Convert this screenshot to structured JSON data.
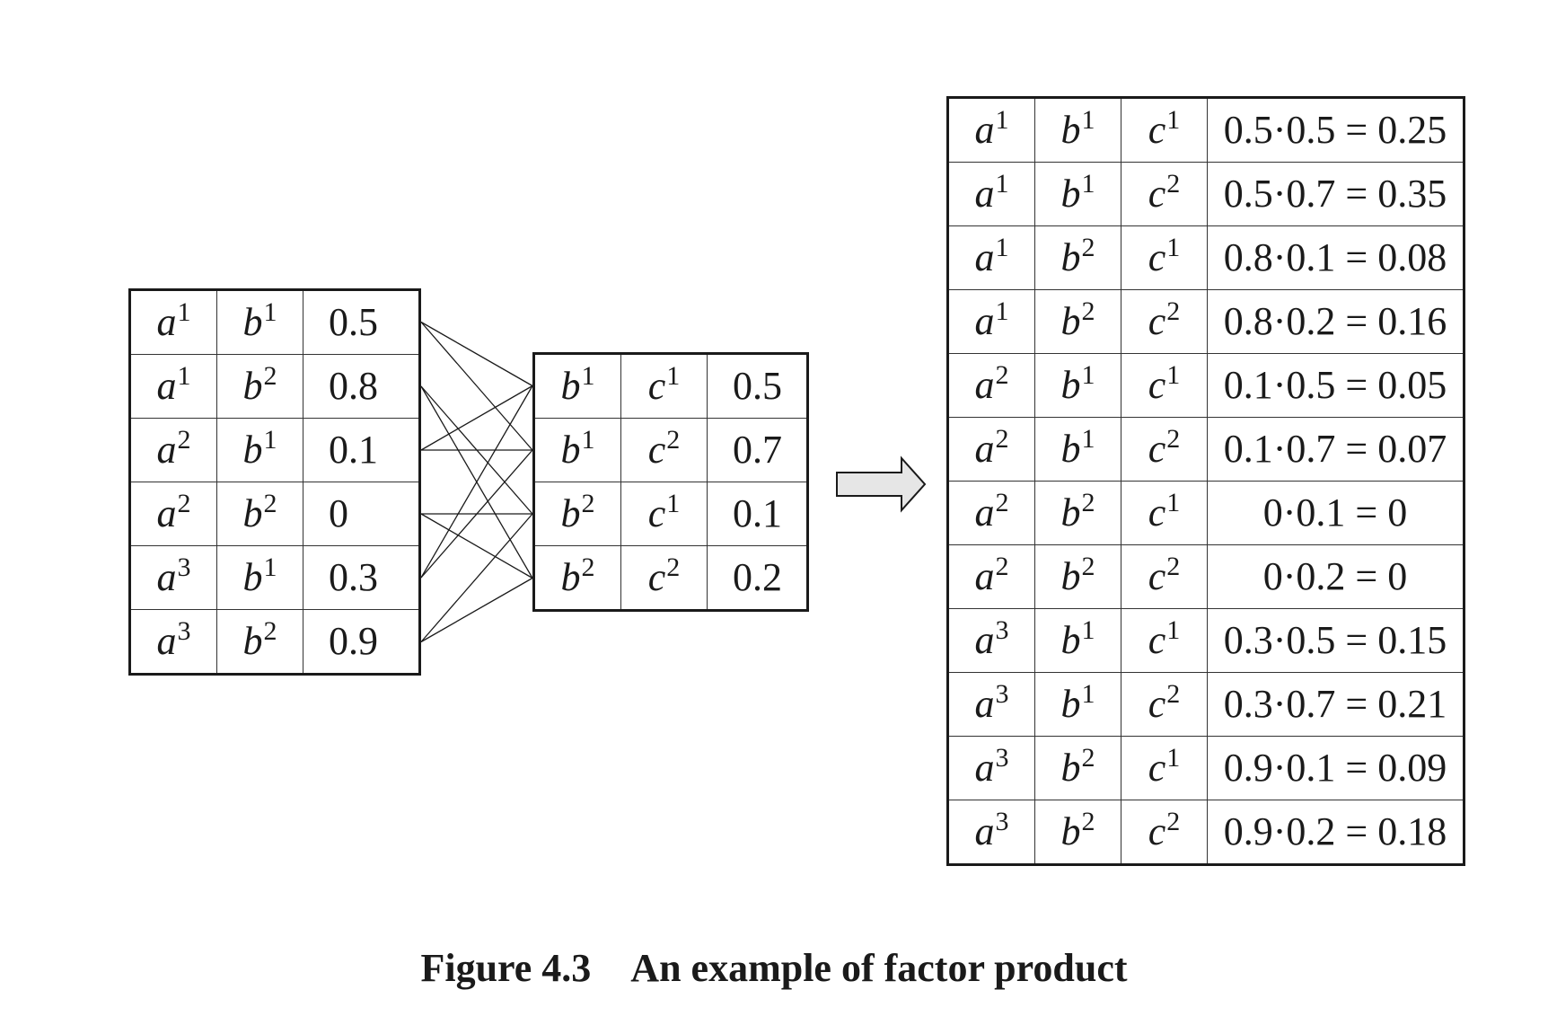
{
  "factor_a": {
    "rows": [
      {
        "v1": "a",
        "s1": "1",
        "v2": "b",
        "s2": "1",
        "val": "0.5"
      },
      {
        "v1": "a",
        "s1": "1",
        "v2": "b",
        "s2": "2",
        "val": "0.8"
      },
      {
        "v1": "a",
        "s1": "2",
        "v2": "b",
        "s2": "1",
        "val": "0.1"
      },
      {
        "v1": "a",
        "s1": "2",
        "v2": "b",
        "s2": "2",
        "val": "0"
      },
      {
        "v1": "a",
        "s1": "3",
        "v2": "b",
        "s2": "1",
        "val": "0.3"
      },
      {
        "v1": "a",
        "s1": "3",
        "v2": "b",
        "s2": "2",
        "val": "0.9"
      }
    ]
  },
  "factor_b": {
    "rows": [
      {
        "v1": "b",
        "s1": "1",
        "v2": "c",
        "s2": "1",
        "val": "0.5"
      },
      {
        "v1": "b",
        "s1": "1",
        "v2": "c",
        "s2": "2",
        "val": "0.7"
      },
      {
        "v1": "b",
        "s1": "2",
        "v2": "c",
        "s2": "1",
        "val": "0.1"
      },
      {
        "v1": "b",
        "s1": "2",
        "v2": "c",
        "s2": "2",
        "val": "0.2"
      }
    ]
  },
  "product": {
    "rows": [
      {
        "v1": "a",
        "s1": "1",
        "v2": "b",
        "s2": "1",
        "v3": "c",
        "s3": "1",
        "eq": "0.5·0.5 = 0.25"
      },
      {
        "v1": "a",
        "s1": "1",
        "v2": "b",
        "s2": "1",
        "v3": "c",
        "s3": "2",
        "eq": "0.5·0.7 = 0.35"
      },
      {
        "v1": "a",
        "s1": "1",
        "v2": "b",
        "s2": "2",
        "v3": "c",
        "s3": "1",
        "eq": "0.8·0.1 = 0.08"
      },
      {
        "v1": "a",
        "s1": "1",
        "v2": "b",
        "s2": "2",
        "v3": "c",
        "s3": "2",
        "eq": "0.8·0.2 = 0.16"
      },
      {
        "v1": "a",
        "s1": "2",
        "v2": "b",
        "s2": "1",
        "v3": "c",
        "s3": "1",
        "eq": "0.1·0.5 = 0.05"
      },
      {
        "v1": "a",
        "s1": "2",
        "v2": "b",
        "s2": "1",
        "v3": "c",
        "s3": "2",
        "eq": "0.1·0.7 = 0.07"
      },
      {
        "v1": "a",
        "s1": "2",
        "v2": "b",
        "s2": "2",
        "v3": "c",
        "s3": "1",
        "eq": "0·0.1 = 0"
      },
      {
        "v1": "a",
        "s1": "2",
        "v2": "b",
        "s2": "2",
        "v3": "c",
        "s3": "2",
        "eq": "0·0.2 = 0"
      },
      {
        "v1": "a",
        "s1": "3",
        "v2": "b",
        "s2": "1",
        "v3": "c",
        "s3": "1",
        "eq": "0.3·0.5 = 0.15"
      },
      {
        "v1": "a",
        "s1": "3",
        "v2": "b",
        "s2": "1",
        "v3": "c",
        "s3": "2",
        "eq": "0.3·0.7 = 0.21"
      },
      {
        "v1": "a",
        "s1": "3",
        "v2": "b",
        "s2": "2",
        "v3": "c",
        "s3": "1",
        "eq": "0.9·0.1 = 0.09"
      },
      {
        "v1": "a",
        "s1": "3",
        "v2": "b",
        "s2": "2",
        "v3": "c",
        "s3": "2",
        "eq": "0.9·0.2 = 0.18"
      }
    ]
  },
  "caption": "Figure 4.3 An example of factor product",
  "arrow_icon": "right-arrow-icon",
  "colors": {
    "ink": "#1a1a1a",
    "arrow_fill": "#e6e6e6"
  }
}
